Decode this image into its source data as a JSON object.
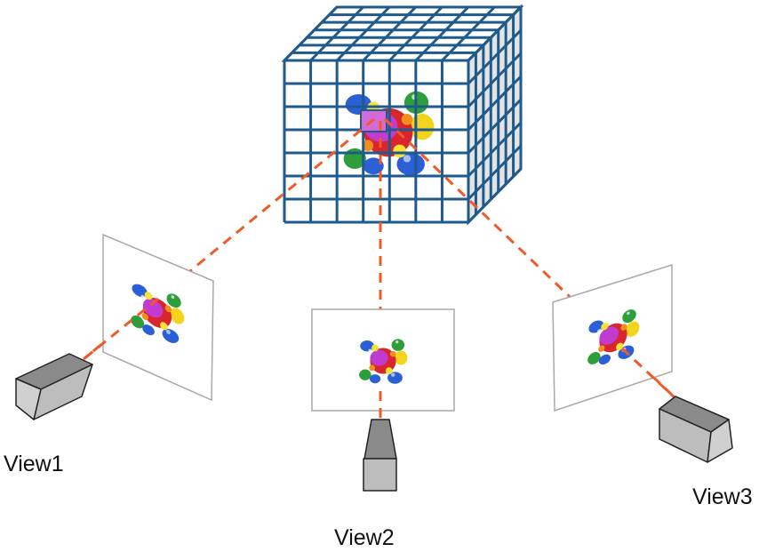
{
  "views": [
    {
      "id": "view1",
      "label": "View1"
    },
    {
      "id": "view2",
      "label": "View2"
    },
    {
      "id": "view3",
      "label": "View3"
    }
  ],
  "colors": {
    "grid_frame": "#1f5a8c",
    "cube_side": "#e4e4e4",
    "ray": "#f05a28",
    "highlight_voxel": "#d46ad8",
    "camera_front": "#bdbdbd",
    "camera_top": "#8a8a8a",
    "image_plane_border": "#a8a8a8"
  },
  "icons": {
    "object": "molecule-toy-icon",
    "camera": "camera-icon"
  }
}
